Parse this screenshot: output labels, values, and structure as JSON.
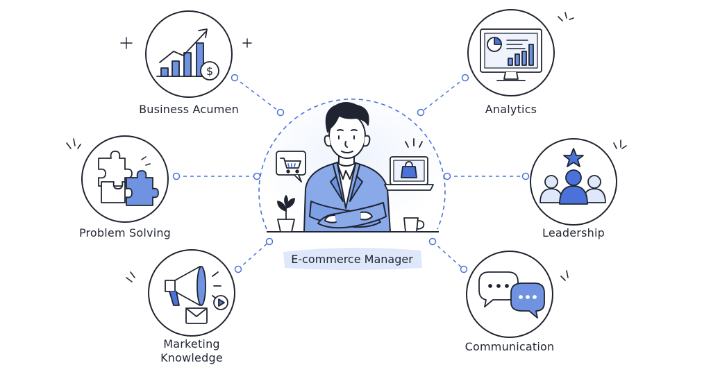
{
  "center": {
    "title": "E-commerce Manager"
  },
  "skills": [
    {
      "label": "Business Acumen",
      "icon": "growth-chart-dollar-icon"
    },
    {
      "label": "Analytics",
      "icon": "monitor-dashboard-icon"
    },
    {
      "label": "Problem Solving",
      "icon": "puzzle-pieces-icon"
    },
    {
      "label": "Leadership",
      "icon": "team-star-icon"
    },
    {
      "label": "Marketing Knowledge",
      "icon": "megaphone-icon"
    },
    {
      "label": "Communication",
      "icon": "speech-bubbles-icon"
    }
  ],
  "colors": {
    "accent": "#4a72d9",
    "accent_light": "#dfe8fb",
    "ink": "#1f2430",
    "dash": "#4a72d9"
  }
}
